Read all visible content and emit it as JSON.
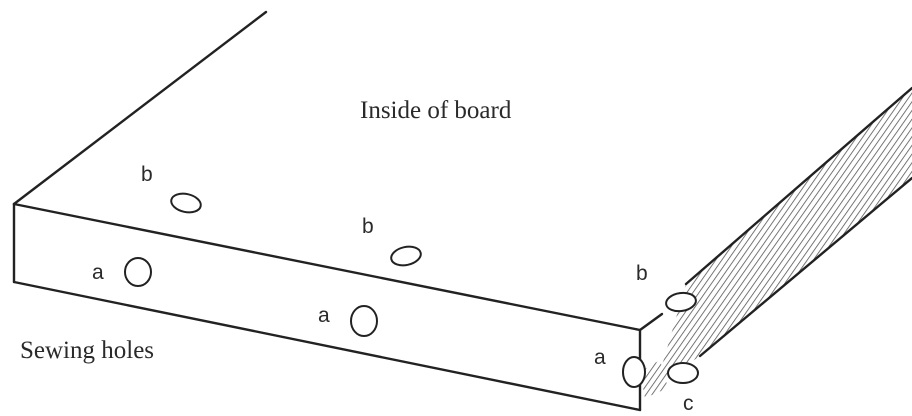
{
  "diagram": {
    "title": "Inside of board",
    "caption": "Sewing holes",
    "hole_labels": {
      "top_left": "b",
      "top_middle": "b",
      "top_right": "b",
      "side_left": "a",
      "side_middle": "a",
      "side_right": "a",
      "corner": "c"
    }
  }
}
